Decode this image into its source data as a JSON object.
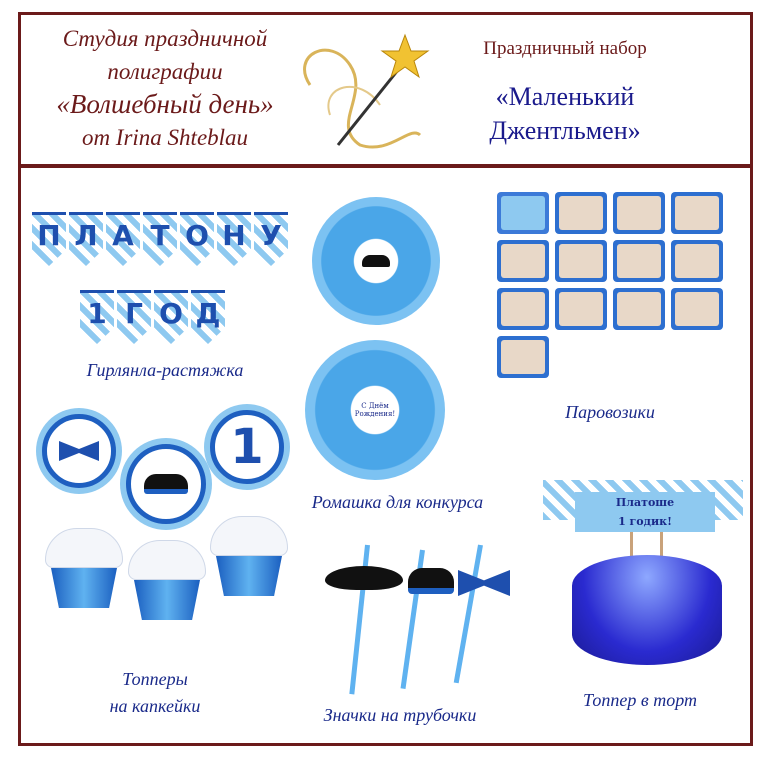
{
  "header": {
    "studio_lines": [
      "Студия праздничной",
      "полиграфии",
      "«Волшебный день»",
      "от Irina Shteblau"
    ],
    "set_label": "Праздничный набор",
    "set_name_lines": [
      "«Маленький",
      "Джентльмен»"
    ]
  },
  "garland": {
    "row1": [
      "П",
      "Л",
      "А",
      "Т",
      "О",
      "Н",
      "У"
    ],
    "row2": [
      "1",
      "Г",
      "О",
      "Д"
    ],
    "label": "Гирлянла-растяжка"
  },
  "daisy": {
    "center_text": "С Днём Рождения!",
    "label": "Ромашка для конкурса"
  },
  "trains": {
    "label": "Паровозики"
  },
  "cupcakes": {
    "topper_number": "1",
    "label_lines": [
      "Топперы",
      "на капкейки"
    ]
  },
  "straws": {
    "label": "Значки на трубочки"
  },
  "cake": {
    "banner_lines": [
      "Платоше",
      "1 годик!"
    ],
    "label": "Топпер в торт"
  },
  "colors": {
    "frame": "#6b1a1a",
    "label": "#1a2a8a",
    "blue": "#1e5fc0",
    "light_blue": "#8ec9f0"
  }
}
